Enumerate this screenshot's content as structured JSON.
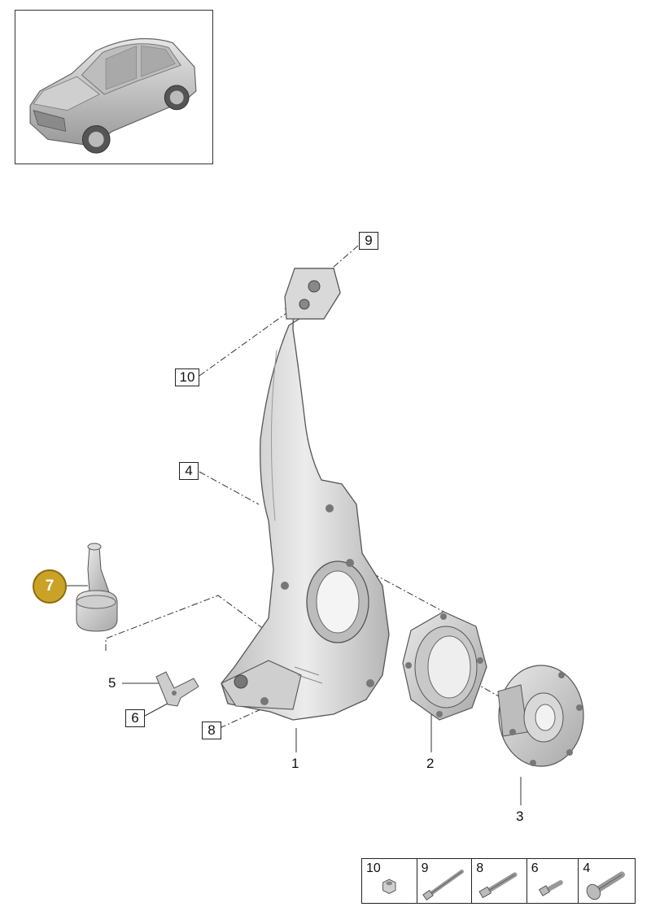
{
  "callouts": {
    "c1": "1",
    "c2": "2",
    "c3": "3",
    "c4": "4",
    "c5": "5",
    "c6": "6",
    "c7": "7",
    "c8": "8",
    "c9": "9",
    "c10": "10"
  },
  "legend": [
    {
      "label": "10",
      "icon": "nut-icon"
    },
    {
      "label": "9",
      "icon": "long-bolt-icon"
    },
    {
      "label": "8",
      "icon": "bolt-icon"
    },
    {
      "label": "6",
      "icon": "short-screw-icon"
    },
    {
      "label": "4",
      "icon": "flange-bolt-icon"
    }
  ],
  "colors": {
    "highlight": "#c9a227",
    "part_fill": "#d4d4d4",
    "part_stroke": "#555555",
    "leader": "#333333"
  }
}
